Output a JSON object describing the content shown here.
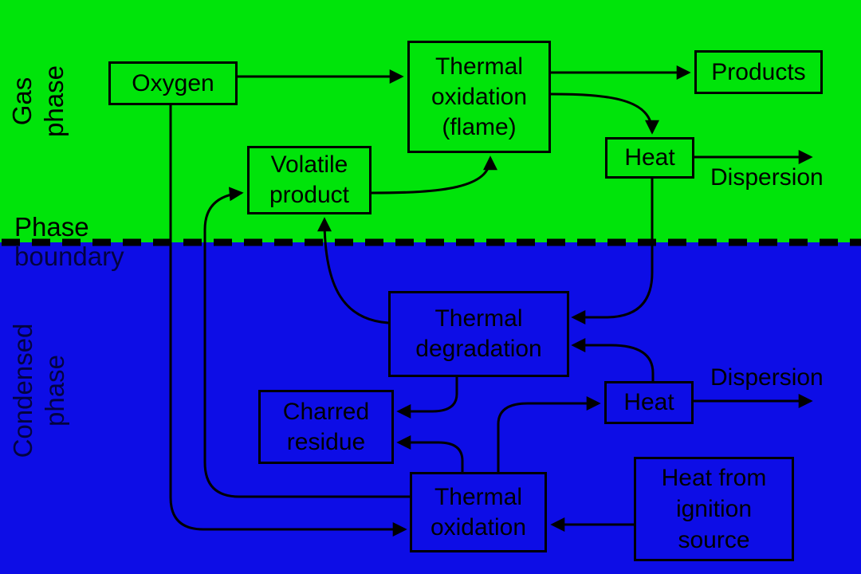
{
  "colors": {
    "gas_bg": "#00e40a",
    "condensed_bg": "#0d0de6",
    "line": "#000000"
  },
  "regions": {
    "gas_label_line1": "Gas",
    "gas_label_line2": "phase",
    "condensed_label_line1": "Condensed",
    "condensed_label_line2": "phase",
    "boundary_label_line1": "Phase",
    "boundary_label_line2": "boundary"
  },
  "boxes": {
    "oxygen": {
      "label": "Oxygen"
    },
    "flame": {
      "line1": "Thermal",
      "line2": "oxidation",
      "line3": "(flame)"
    },
    "products": {
      "label": "Products"
    },
    "heat_gas": {
      "label": "Heat"
    },
    "volatile": {
      "line1": "Volatile",
      "line2": "product"
    },
    "degradation": {
      "line1": "Thermal",
      "line2": "degradation"
    },
    "charred": {
      "line1": "Charred",
      "line2": "residue"
    },
    "thermal_oxidation_condensed": {
      "line1": "Thermal",
      "line2": "oxidation"
    },
    "heat_condensed": {
      "label": "Heat"
    },
    "ignition": {
      "line1": "Heat from",
      "line2": "ignition",
      "line3": "source"
    }
  },
  "labels": {
    "dispersion_gas": "Dispersion",
    "dispersion_condensed": "Dispersion"
  },
  "edges": [
    {
      "from": "oxygen",
      "to": "thermal-oxidation-flame"
    },
    {
      "from": "thermal-oxidation-flame",
      "to": "products"
    },
    {
      "from": "thermal-oxidation-flame",
      "to": "heat-gas"
    },
    {
      "from": "heat-gas",
      "to": "dispersion-gas"
    },
    {
      "from": "heat-gas",
      "to": "thermal-degradation"
    },
    {
      "from": "volatile-product",
      "to": "thermal-oxidation-flame"
    },
    {
      "from": "thermal-degradation",
      "to": "volatile-product"
    },
    {
      "from": "thermal-oxidation-condensed",
      "to": "volatile-product"
    },
    {
      "from": "oxygen",
      "to": "thermal-oxidation-condensed"
    },
    {
      "from": "heat-condensed",
      "to": "thermal-degradation"
    },
    {
      "from": "thermal-degradation",
      "to": "charred-residue"
    },
    {
      "from": "thermal-oxidation-condensed",
      "to": "charred-residue"
    },
    {
      "from": "thermal-oxidation-condensed",
      "to": "heat-condensed"
    },
    {
      "from": "heat-condensed",
      "to": "dispersion-condensed"
    },
    {
      "from": "heat-from-ignition-source",
      "to": "thermal-oxidation-condensed"
    }
  ]
}
